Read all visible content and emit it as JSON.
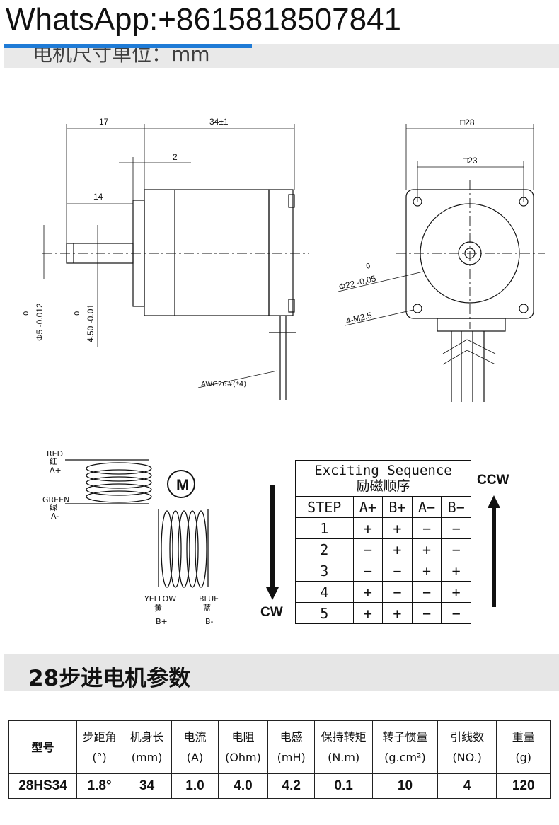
{
  "watermark": "WhatsApp:+8615818507841",
  "top_band_title": "电机尺寸单位：mm",
  "drawing": {
    "dim_17": "17",
    "dim_34": "34±1",
    "dim_2": "2",
    "dim_14": "14",
    "dim_sq28": "□28",
    "dim_sq23": "□23",
    "shaft_dia": "Φ5 -0.012",
    "shaft_dia_top": "0",
    "flat_dim": "4.50 -0.01",
    "flat_dim_top": "0",
    "boss_dia": "Φ22 -0.05",
    "boss_dia_top": "0",
    "holes": "4-M2.5",
    "wire": "AWG26#(*4)"
  },
  "wiring": {
    "motor_symbol": "M",
    "red_en": "RED",
    "red_cn": "红",
    "red_pole": "A+",
    "green_en": "GREEN",
    "green_cn": "绿",
    "green_pole": "A-",
    "yellow_en": "YELLOW",
    "yellow_cn": "黄",
    "yellow_pole": "B+",
    "blue_en": "BLUE",
    "blue_cn": "蓝",
    "blue_pole": "B-"
  },
  "sequence": {
    "title_en": "Exciting Sequence",
    "title_cn": "励磁顺序",
    "headers": [
      "STEP",
      "A+",
      "B+",
      "A−",
      "B−"
    ],
    "rows": [
      [
        "1",
        "+",
        "+",
        "−",
        "−"
      ],
      [
        "2",
        "−",
        "+",
        "+",
        "−"
      ],
      [
        "3",
        "−",
        "−",
        "+",
        "+"
      ],
      [
        "4",
        "+",
        "−",
        "−",
        "+"
      ],
      [
        "5",
        "+",
        "+",
        "−",
        "−"
      ]
    ],
    "cw": "CW",
    "ccw": "CCW"
  },
  "params_title": "28步进电机参数",
  "params": {
    "headers": [
      [
        "型号",
        ""
      ],
      [
        "步距角",
        "(°)"
      ],
      [
        "机身长",
        "(mm)"
      ],
      [
        "电流",
        "(A)"
      ],
      [
        "电阻",
        "(Ohm)"
      ],
      [
        "电感",
        "(mH)"
      ],
      [
        "保持转矩",
        "(N.m)"
      ],
      [
        "转子惯量",
        "(g.cm²)"
      ],
      [
        "引线数",
        "(NO.)"
      ],
      [
        "重量",
        "(g)"
      ]
    ],
    "values": [
      "28HS34",
      "1.8°",
      "34",
      "1.0",
      "4.0",
      "4.2",
      "0.1",
      "10",
      "4",
      "120"
    ]
  }
}
